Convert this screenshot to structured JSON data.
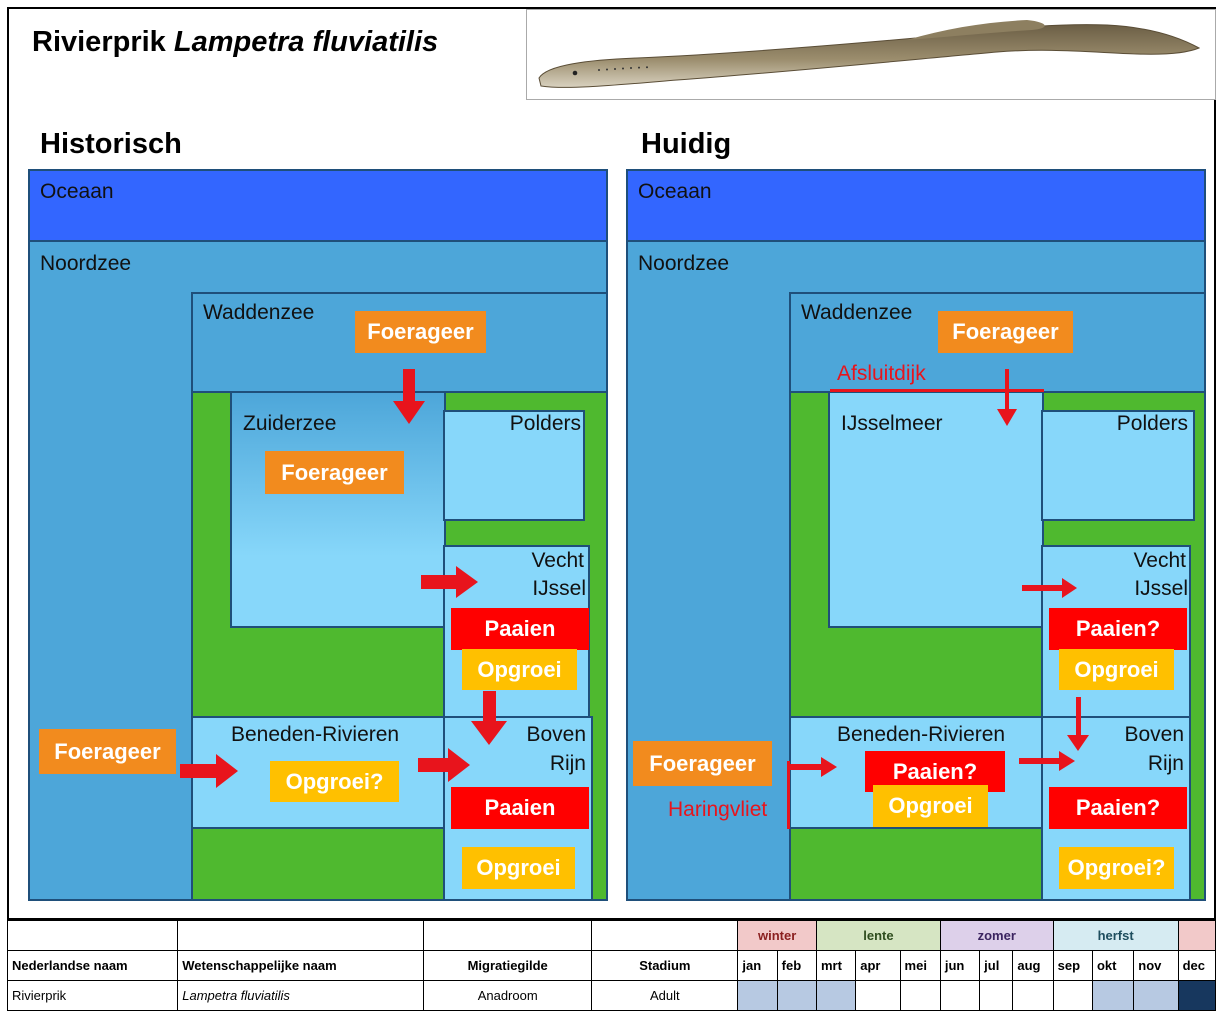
{
  "title": {
    "common": "Rivierprik",
    "scientific": "Lampetra fluviatilis"
  },
  "panels": {
    "historic": {
      "heading": "Historisch",
      "oceaan": "Oceaan",
      "noordzee": "Noordzee",
      "waddenzee": "Waddenzee",
      "zuiderzee": "Zuiderzee",
      "polders": "Polders",
      "vecht": "Vecht",
      "ijssel": "IJssel",
      "beneden": "Beneden-Rivieren",
      "boven": "Boven",
      "rijn": "Rijn",
      "tags": {
        "wadden_foerageer": "Foerageer",
        "zuider_foerageer": "Foerageer",
        "sea_foerageer": "Foerageer",
        "ijssel_paaien": "Paaien",
        "ijssel_opgroei": "Opgroei",
        "beneden_opgroei": "Opgroei?",
        "rijn_paaien": "Paaien",
        "rijn_opgroei": "Opgroei"
      }
    },
    "current": {
      "heading": "Huidig",
      "oceaan": "Oceaan",
      "noordzee": "Noordzee",
      "waddenzee": "Waddenzee",
      "afsluitdijk": "Afsluitdijk",
      "ijsselmeer": "IJsselmeer",
      "polders": "Polders",
      "vecht": "Vecht",
      "ijssel": "IJssel",
      "beneden": "Beneden-Rivieren",
      "boven": "Boven",
      "rijn": "Rijn",
      "haringvliet": "Haringvliet",
      "tags": {
        "wadden_foerageer": "Foerageer",
        "sea_foerageer": "Foerageer",
        "ijssel_paaien": "Paaien?",
        "ijssel_opgroei": "Opgroei",
        "beneden_paaien": "Paaien?",
        "beneden_opgroei": "Opgroei",
        "rijn_paaien": "Paaien?",
        "rijn_opgroei": "Opgroei?"
      }
    }
  },
  "calendar": {
    "seasons": [
      {
        "label": "winter",
        "color": "#f2c9c9",
        "text_color": "#8a1f1f"
      },
      {
        "label": "lente",
        "color": "#d6e5c3",
        "text_color": "#2f4d1e"
      },
      {
        "label": "zomer",
        "color": "#ddd0ea",
        "text_color": "#3b2460"
      },
      {
        "label": "herfst",
        "color": "#d6ebf2",
        "text_color": "#1e4d5e"
      }
    ],
    "headers": {
      "common_name": "Nederlandse naam",
      "scientific_name": "Wetenschappelijke naam",
      "guild": "Migratiegilde",
      "stage": "Stadium"
    },
    "months": [
      "jan",
      "feb",
      "mrt",
      "apr",
      "mei",
      "jun",
      "jul",
      "aug",
      "sep",
      "okt",
      "nov",
      "dec"
    ],
    "row": {
      "common_name": "Rivierprik",
      "scientific_name": "Lampetra fluviatilis",
      "guild": "Anadroom",
      "stage": "Adult",
      "month_fill": [
        "#b7c9e2",
        "#b7c9e2",
        "#b7c9e2",
        "#ffffff",
        "#ffffff",
        "#ffffff",
        "#ffffff",
        "#ffffff",
        "#ffffff",
        "#b7c9e2",
        "#b7c9e2",
        "#17375e"
      ]
    }
  },
  "colors": {
    "ocean": "#3366ff",
    "sea": "#4da6d9",
    "inner_water": "#87d7fa",
    "land": "#4fb92f",
    "foerageer": "#f28b1e",
    "paaien": "#ff0000",
    "opgroei": "#ffc000",
    "barrier": "#e8141c"
  }
}
